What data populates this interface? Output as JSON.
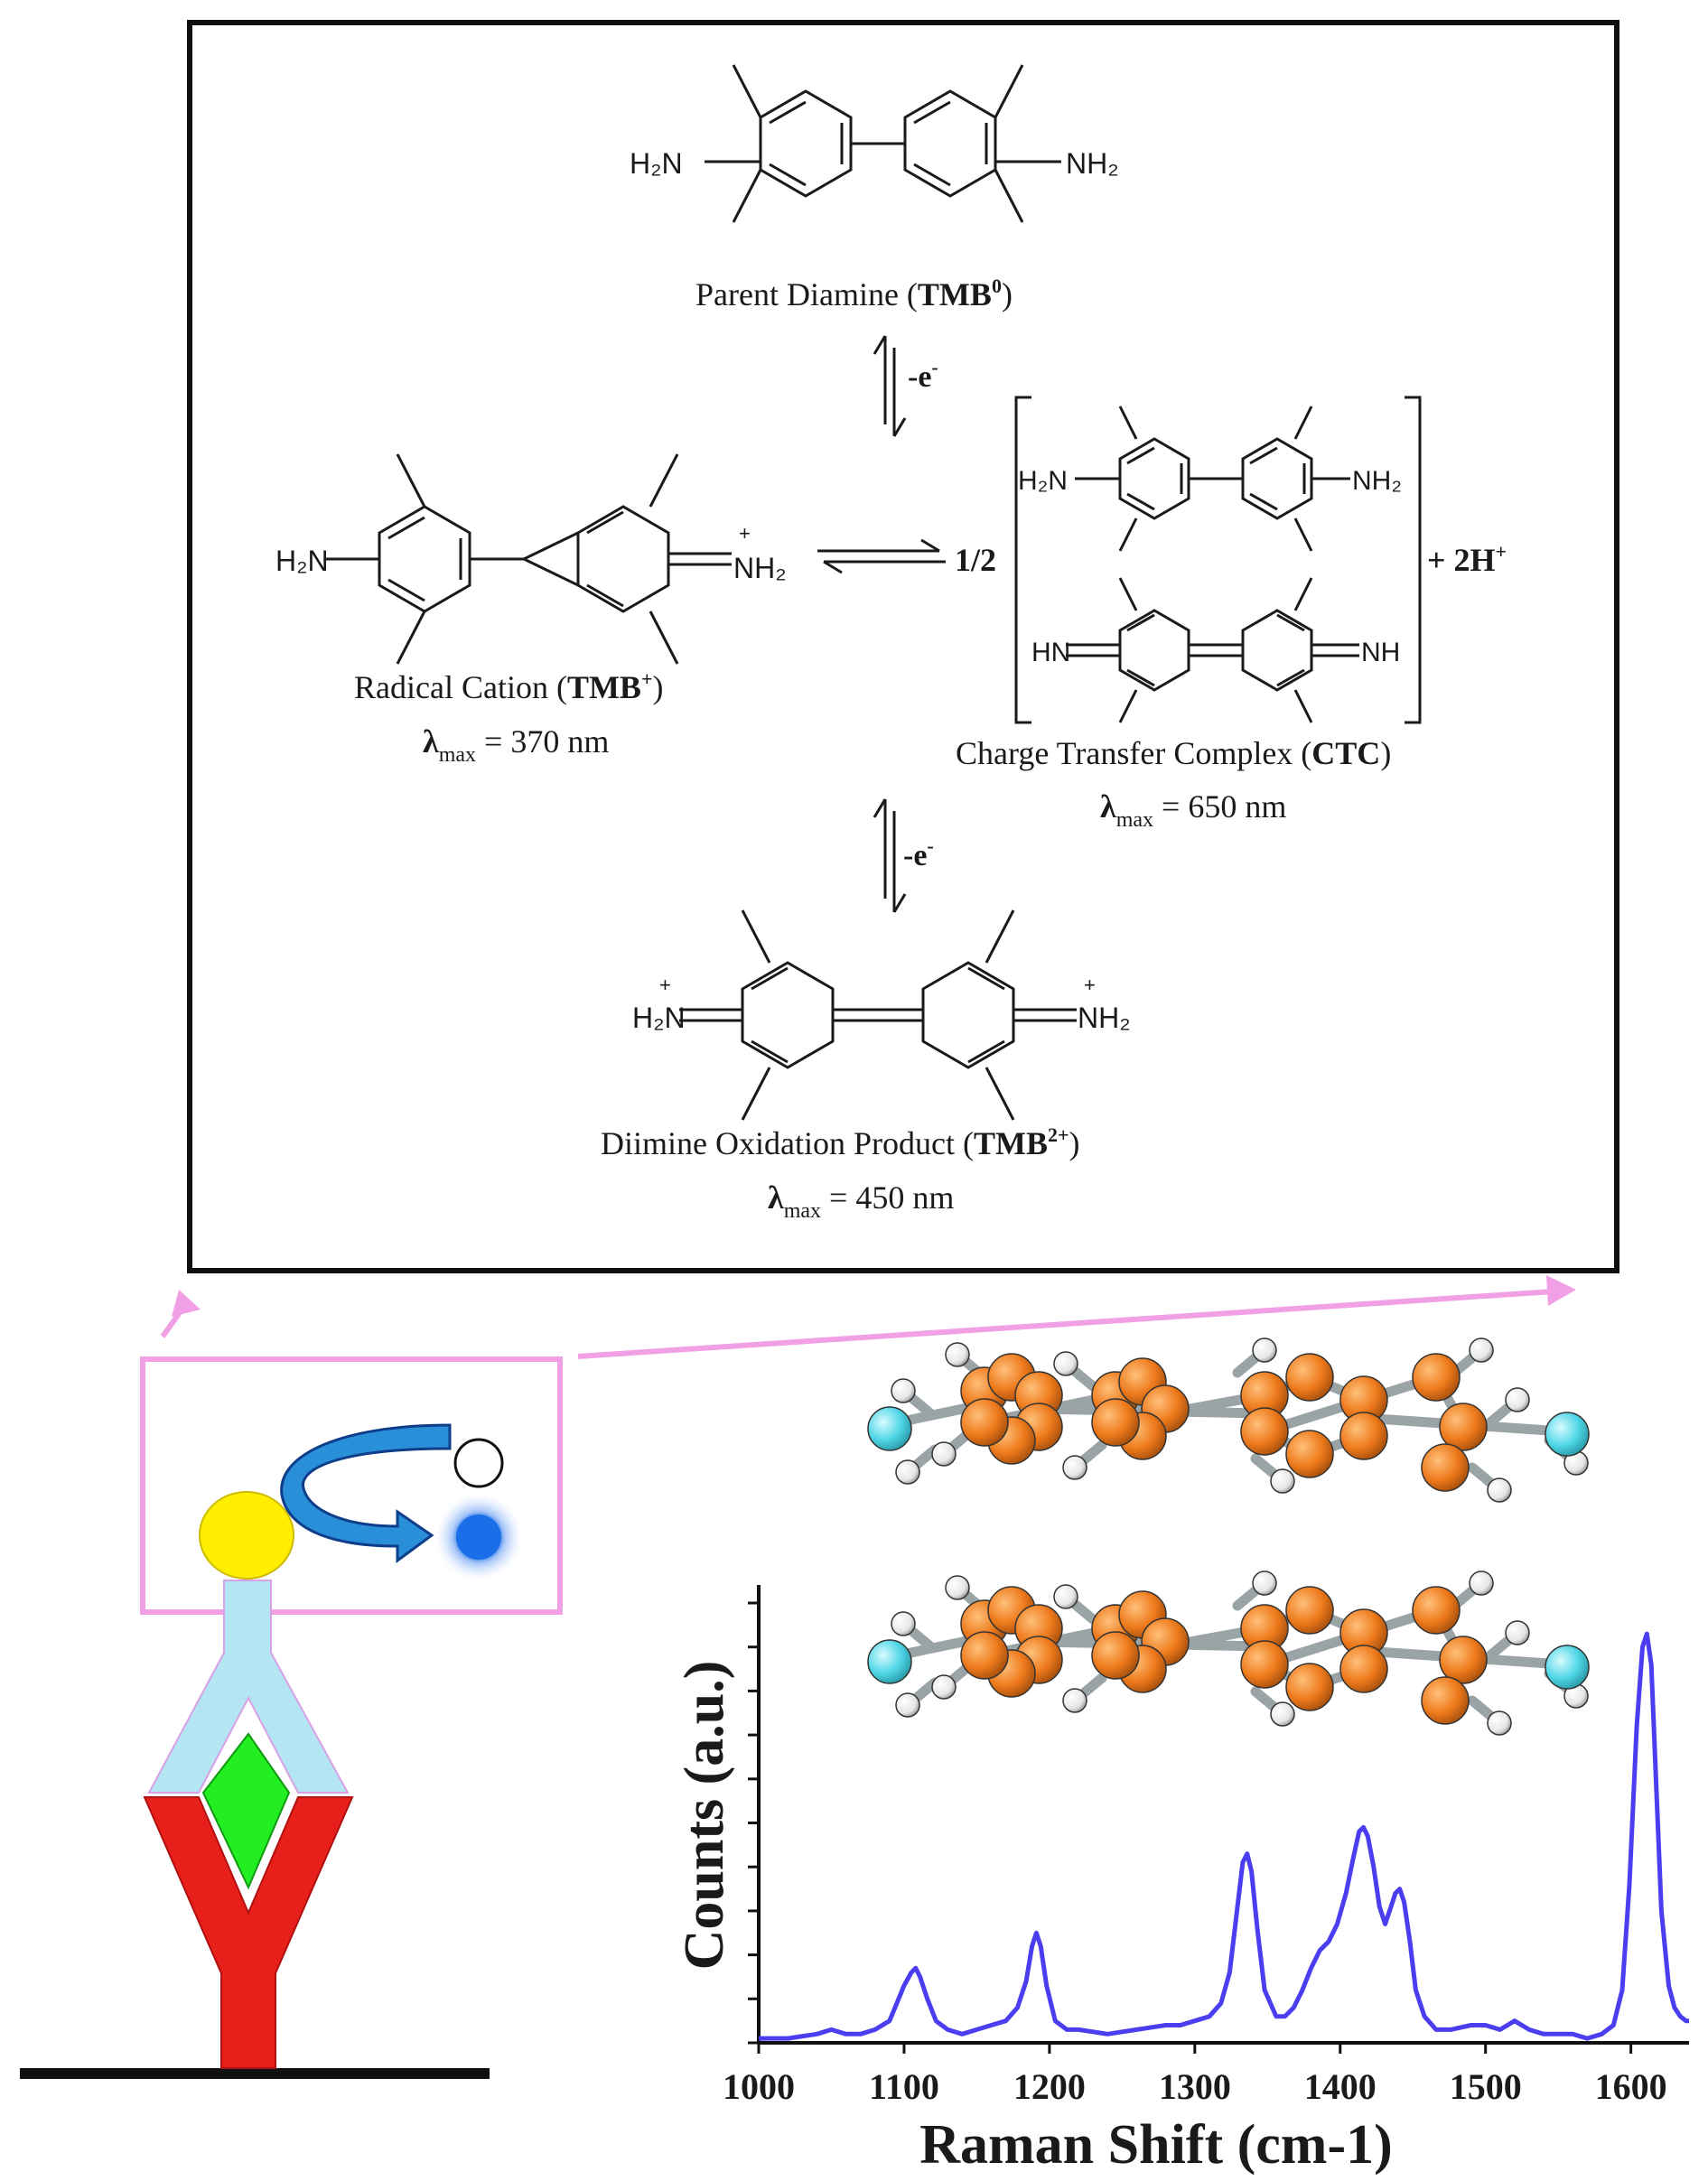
{
  "colors": {
    "frame": "#111111",
    "pink": "#f2a0e6",
    "antibody_light": "#b3e6f2",
    "antibody_red": "#e8201c",
    "antigen_green": "#22ee22",
    "enzyme_yellow": "#ffee00",
    "arrow_blue": "#2a8fd9",
    "spectrum": "#4a3ef0",
    "carbon": "#ee7a1c",
    "nitrogen": "#4fd6e6",
    "hydrogen": "#e6e6e6"
  },
  "scheme": {
    "tmb0": {
      "left_group": "H₂N",
      "right_group": "NH₂",
      "caption_prefix": "Parent Diamine (",
      "caption_bold": "TMB",
      "caption_sup": "0",
      "caption_suffix": ")"
    },
    "tmb_plus": {
      "left_group": "H₂N",
      "right_group": "NH₂",
      "right_charge": "+",
      "caption_prefix": "Radical Cation (",
      "caption_bold": "TMB",
      "caption_sup": "+",
      "caption_suffix": ")",
      "lambda_symbol": "λ",
      "lambda_sub": "max",
      "lambda_value": " = 370 nm"
    },
    "ctc": {
      "coefficient": "1/2",
      "top_left_group": "H₂N",
      "top_right_group": "NH₂",
      "bottom_left_group": "HN",
      "bottom_right_group": "NH",
      "plus_protons": "+ 2H",
      "protons_sup": "+",
      "caption_prefix": "Charge Transfer Complex (",
      "caption_bold": "CTC",
      "caption_suffix": ")",
      "lambda_symbol": "λ",
      "lambda_sub": "max",
      "lambda_value": " = 650 nm"
    },
    "tmb2": {
      "left_group": "H₂N",
      "left_charge": "+",
      "right_group": "NH₂",
      "right_charge": "+",
      "caption_prefix": "Diimine Oxidation Product (",
      "caption_bold": "TMB",
      "caption_sup": "2+",
      "caption_suffix": ")",
      "lambda_symbol": "λ",
      "lambda_sub": "max",
      "lambda_value": " = 450 nm"
    },
    "arrow_top_label": "-e",
    "arrow_top_sup": "-",
    "arrow_bottom_label": "-e",
    "arrow_bottom_sup": "-"
  },
  "chart_data": {
    "type": "line",
    "title": "",
    "xlabel": "Raman Shift (cm-1)",
    "ylabel": "Counts (a.u.)",
    "xlim": [
      1000,
      1640
    ],
    "ylim": [
      0,
      1
    ],
    "x_ticks": [
      1000,
      1100,
      1200,
      1300,
      1400,
      1500,
      1600
    ],
    "x_tick_labels": [
      "1000",
      "1100",
      "1200",
      "1300",
      "1400",
      "1500",
      "1600"
    ],
    "y_ticks_count": 11,
    "grid": false,
    "series": [
      {
        "x": [
          1000,
          1020,
          1040,
          1050,
          1060,
          1070,
          1080,
          1090,
          1095,
          1100,
          1105,
          1108,
          1111,
          1116,
          1122,
          1130,
          1140,
          1150,
          1160,
          1170,
          1178,
          1184,
          1188,
          1191,
          1194,
          1198,
          1204,
          1212,
          1220,
          1240,
          1260,
          1280,
          1290,
          1300,
          1310,
          1318,
          1324,
          1329,
          1333,
          1336,
          1339,
          1343,
          1348,
          1356,
          1362,
          1368,
          1374,
          1380,
          1386,
          1392,
          1398,
          1404,
          1409,
          1413,
          1416,
          1419,
          1423,
          1427,
          1431,
          1435,
          1438,
          1441,
          1444,
          1448,
          1452,
          1458,
          1466,
          1476,
          1490,
          1500,
          1510,
          1520,
          1530,
          1540,
          1550,
          1560,
          1570,
          1580,
          1588,
          1594,
          1599,
          1604,
          1608,
          1611,
          1614,
          1617,
          1621,
          1626,
          1630,
          1634,
          1638,
          1640
        ],
        "y": [
          0.01,
          0.01,
          0.02,
          0.03,
          0.02,
          0.02,
          0.03,
          0.05,
          0.09,
          0.13,
          0.16,
          0.17,
          0.15,
          0.1,
          0.05,
          0.03,
          0.02,
          0.03,
          0.04,
          0.05,
          0.08,
          0.14,
          0.22,
          0.25,
          0.22,
          0.13,
          0.05,
          0.03,
          0.03,
          0.02,
          0.03,
          0.04,
          0.04,
          0.05,
          0.06,
          0.09,
          0.16,
          0.3,
          0.41,
          0.43,
          0.39,
          0.26,
          0.12,
          0.06,
          0.06,
          0.08,
          0.12,
          0.17,
          0.21,
          0.23,
          0.27,
          0.34,
          0.42,
          0.48,
          0.49,
          0.47,
          0.4,
          0.31,
          0.27,
          0.31,
          0.34,
          0.35,
          0.32,
          0.23,
          0.12,
          0.06,
          0.03,
          0.03,
          0.04,
          0.04,
          0.03,
          0.05,
          0.03,
          0.02,
          0.02,
          0.02,
          0.01,
          0.02,
          0.04,
          0.12,
          0.36,
          0.72,
          0.9,
          0.93,
          0.86,
          0.62,
          0.3,
          0.13,
          0.08,
          0.06,
          0.05,
          0.05
        ]
      }
    ]
  }
}
